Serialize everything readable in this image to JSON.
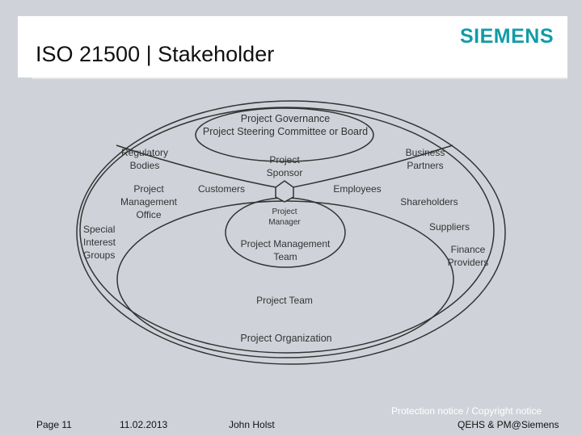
{
  "header": {
    "title": "ISO 21500 | Stakeholder",
    "logo_text": "SIEMENS"
  },
  "diagram": {
    "project_governance": "Project Governance",
    "steering_committee": "Project Steering Committee or Board",
    "regulatory_bodies": [
      "Regulatory",
      "Bodies"
    ],
    "business_partners": [
      "Business",
      "Partners"
    ],
    "project_sponsor": [
      "Project",
      "Sponsor"
    ],
    "project_management_office": [
      "Project",
      "Management",
      "Office"
    ],
    "customers": "Customers",
    "employees": "Employees",
    "shareholders": "Shareholders",
    "project_manager": [
      "Project",
      "Manager"
    ],
    "special_interest_groups": [
      "Special",
      "Interest",
      "Groups"
    ],
    "suppliers": "Suppliers",
    "finance_providers": [
      "Finance",
      "Providers"
    ],
    "project_management_team": [
      "Project Management",
      "Team"
    ],
    "project_team": "Project Team",
    "project_organization": "Project Organization"
  },
  "footer": {
    "page": "Page 11",
    "date": "11.02.2013",
    "author": "John Holst",
    "protection_notice": "Protection notice / Copyright notice",
    "copyright": "QEHS & PM@Siemens"
  },
  "colors": {
    "background": "#cfd3d9",
    "logo": "#119ca8",
    "diagram_lines": "#333333"
  }
}
